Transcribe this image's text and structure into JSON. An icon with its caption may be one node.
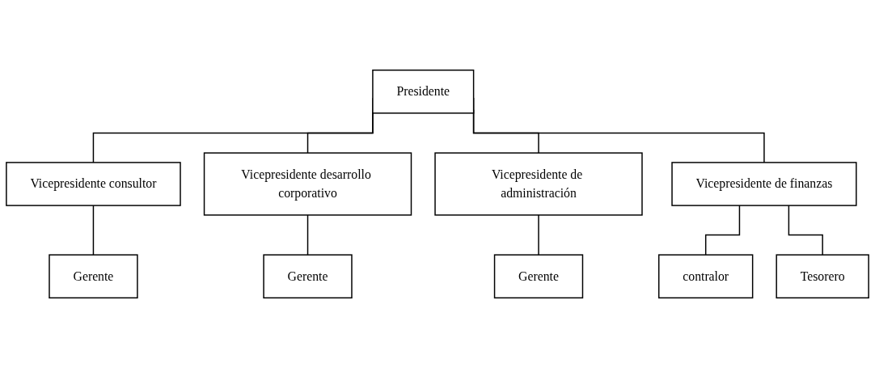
{
  "diagram": {
    "nodes": [
      {
        "text": [
          "Presidente"
        ]
      },
      {
        "text": [
          "Vicepresidente consultor"
        ]
      },
      {
        "text": [
          "Vicepresidente desarrollo corporativo"
        ]
      },
      {
        "text": [
          "Vicepresidente de administración"
        ]
      },
      {
        "text": [
          "Vicepresidente de finanzas"
        ]
      },
      {
        "text": [
          "Gerente"
        ]
      },
      {
        "text": [
          "Gerente"
        ]
      },
      {
        "text": [
          "Gerente"
        ]
      },
      {
        "text": [
          "contralor"
        ]
      },
      {
        "text": [
          "Tesorero"
        ]
      }
    ],
    "edges": [
      {
        "from": 0,
        "to": 1,
        "arrow": "none"
      },
      {
        "from": 0,
        "to": 2,
        "arrow": "none"
      },
      {
        "from": 0,
        "to": 3,
        "arrow": "none"
      },
      {
        "from": 0,
        "to": 4,
        "arrow": "none"
      },
      {
        "from": 1,
        "to": 5,
        "arrow": "none"
      },
      {
        "from": 2,
        "to": 6,
        "arrow": "none"
      },
      {
        "from": 3,
        "to": 7,
        "arrow": "none"
      },
      {
        "from": 4,
        "to": 8,
        "arrow": "none"
      },
      {
        "from": 4,
        "to": 9,
        "arrow": "none"
      }
    ]
  }
}
